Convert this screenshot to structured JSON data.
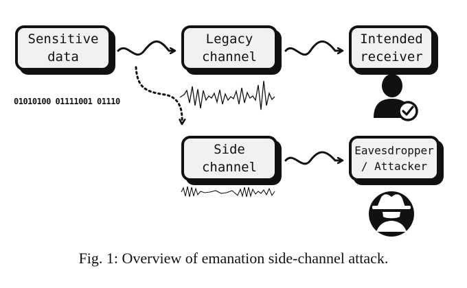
{
  "diagram": {
    "nodes": {
      "sensitive_data": "Sensitive\ndata",
      "legacy_channel": "Legacy\nchannel",
      "intended_receiver": "Intended\nreceiver",
      "side_channel": "Side\nchannel",
      "eavesdropper": "Eavesdropper\n/ Attacker"
    },
    "binary_text": "01010100 01111001 01110",
    "icons": [
      "user-check-icon",
      "spy-icon"
    ]
  },
  "caption": "Fig. 1: Overview of emanation side-channel attack."
}
